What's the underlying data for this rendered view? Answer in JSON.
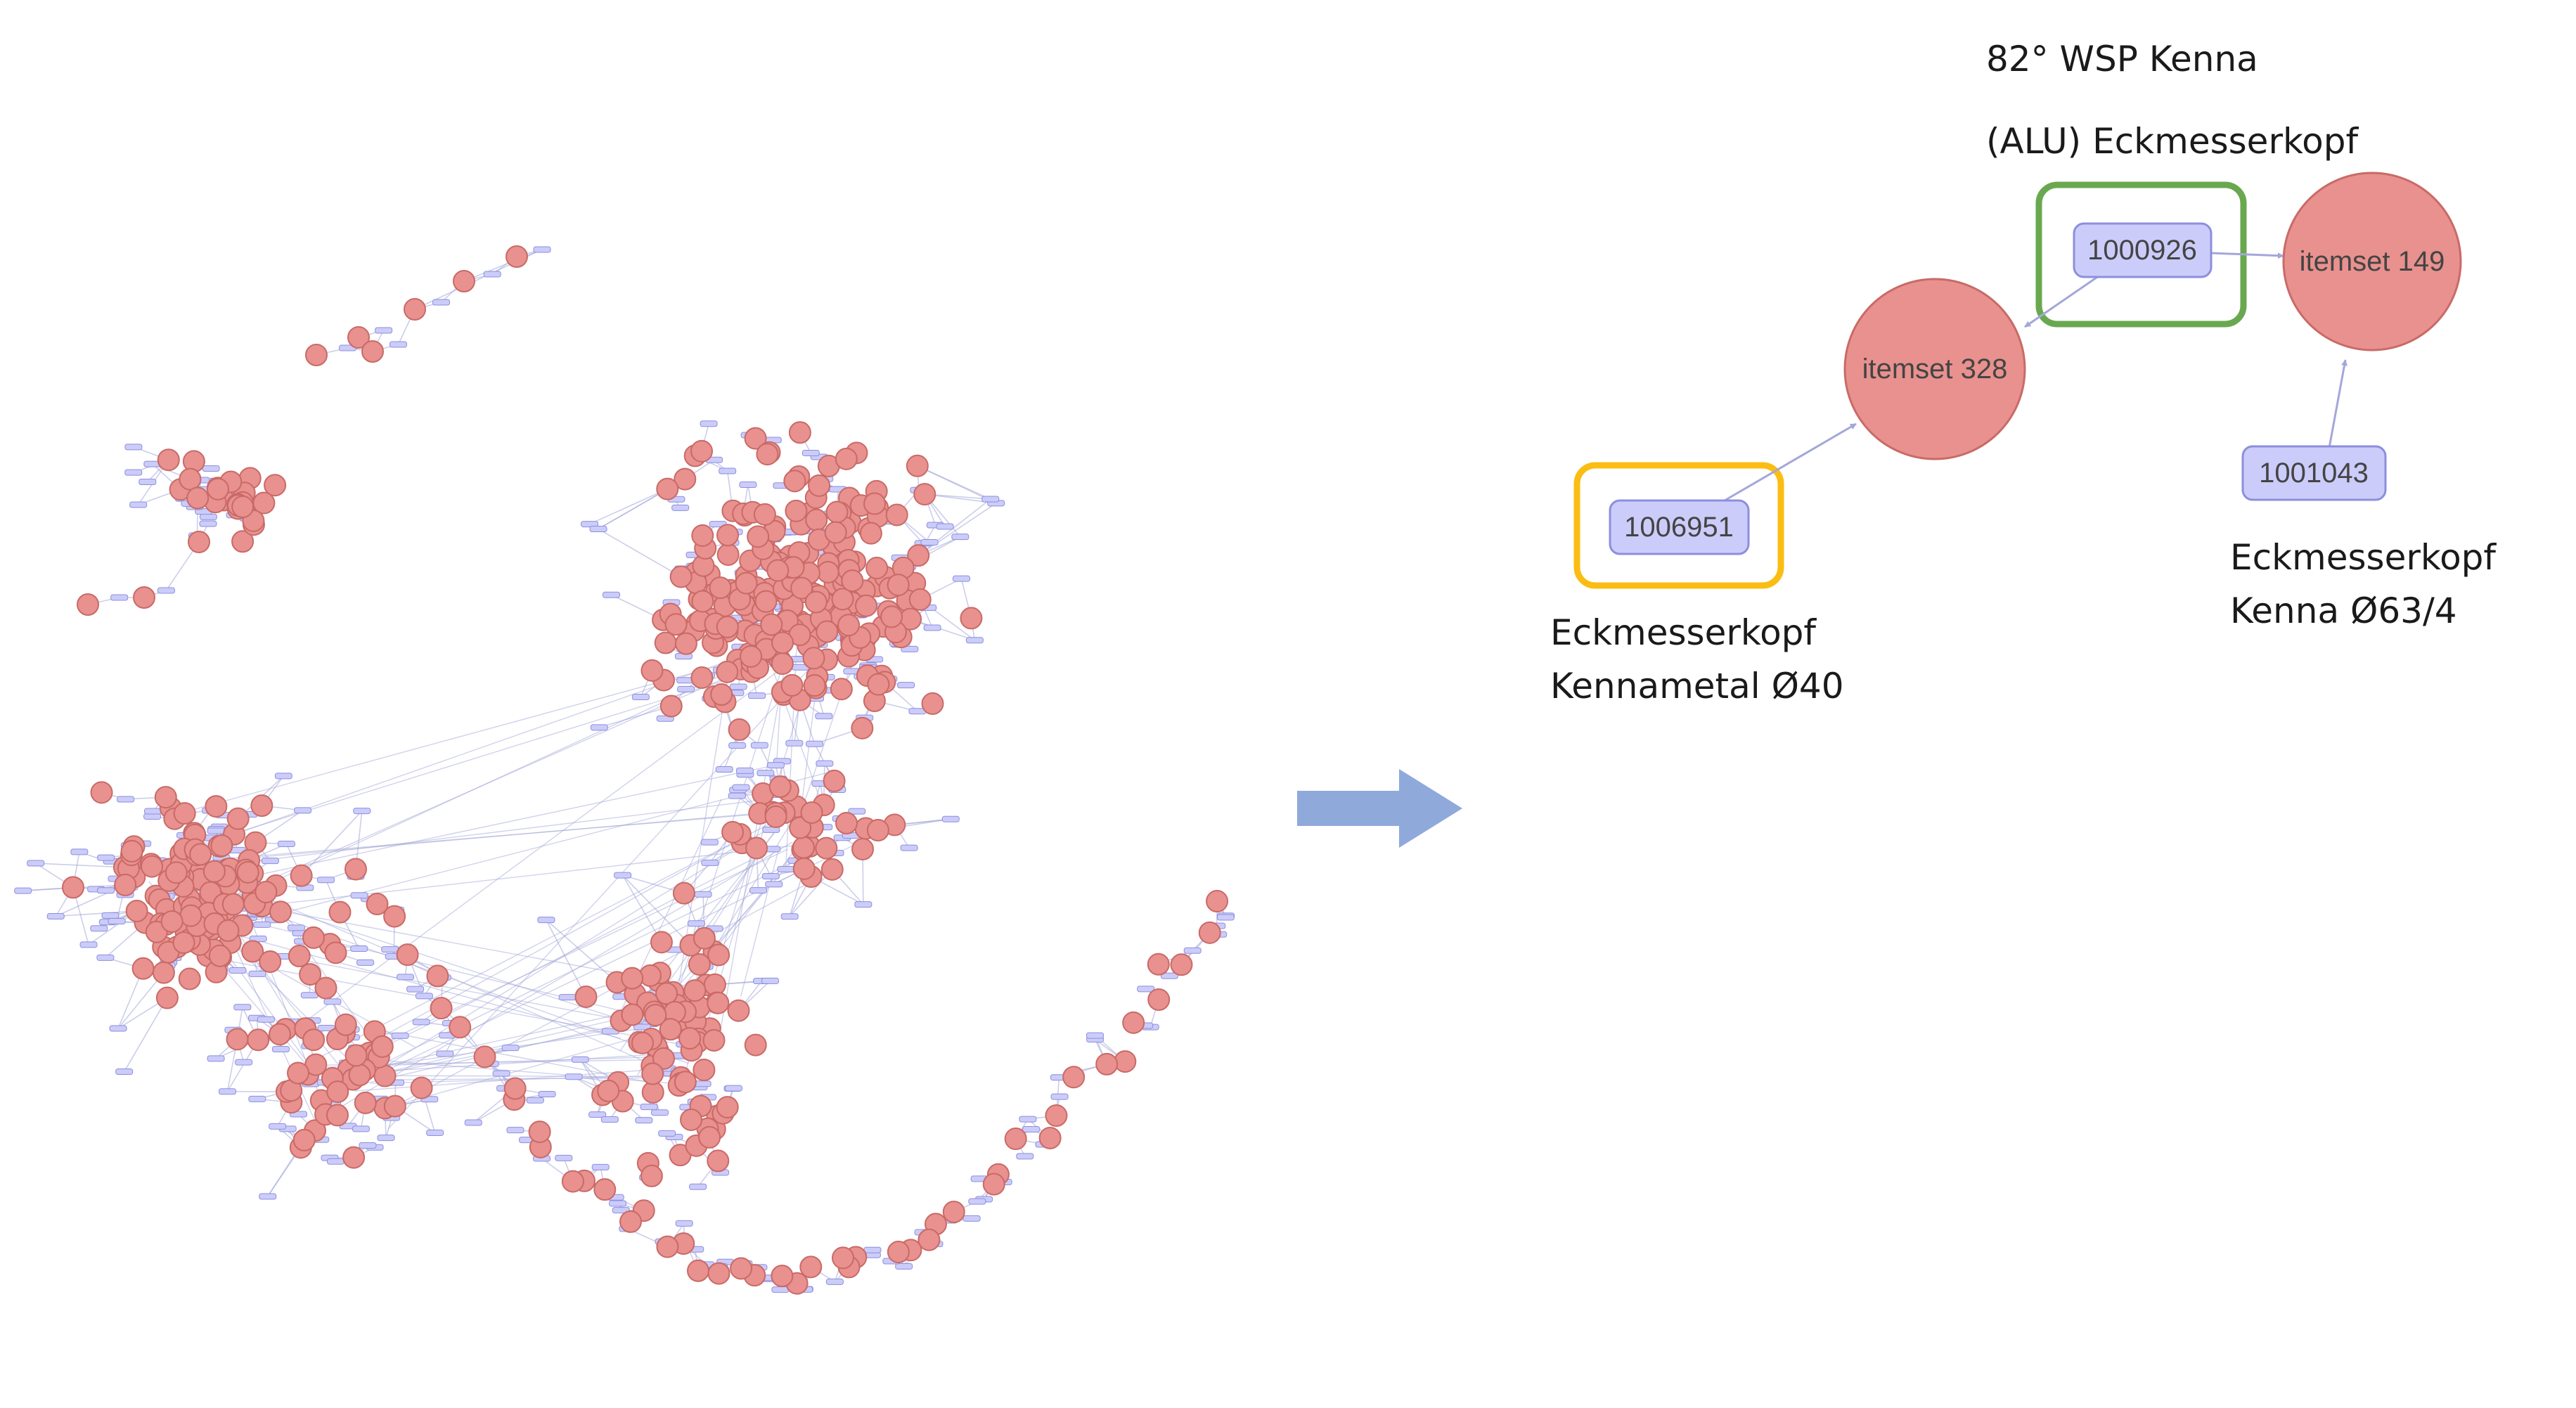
{
  "colors": {
    "item_fill": "#ccccfa",
    "item_stroke": "#8c8fdc",
    "itemset_fill": "#e8918e",
    "itemset_stroke": "#c96a67",
    "edge": "#a3a7d8",
    "arrow": "#8fa9db",
    "highlight_yellow": "#fbbd14",
    "highlight_green": "#6aa84f",
    "text": "#1a1a1a",
    "node_text": "#444444"
  },
  "detail": {
    "itemsets": [
      {
        "id": "itemset-328",
        "label": "itemset 328"
      },
      {
        "id": "itemset-149",
        "label": "itemset 149"
      }
    ],
    "items": [
      {
        "id": "item-1006951",
        "label": "1006951"
      },
      {
        "id": "item-1000926",
        "label": "1000926"
      },
      {
        "id": "item-1001043",
        "label": "1001043"
      }
    ],
    "edges": [
      {
        "from": "item-1006951",
        "to": "itemset-328"
      },
      {
        "from": "item-1000926",
        "to": "itemset-328"
      },
      {
        "from": "item-1000926",
        "to": "itemset-149"
      },
      {
        "from": "item-1001043",
        "to": "itemset-149"
      }
    ],
    "annotations": {
      "green_line1": "82° WSP Kenna",
      "green_line2": "(ALU) Eckmesserkopf",
      "yellow_line1": "Eckmesserkopf",
      "yellow_line2": "Kennametal Ø40",
      "right_line1": "Eckmesserkopf",
      "right_line2": "Kenna Ø63/4"
    }
  }
}
